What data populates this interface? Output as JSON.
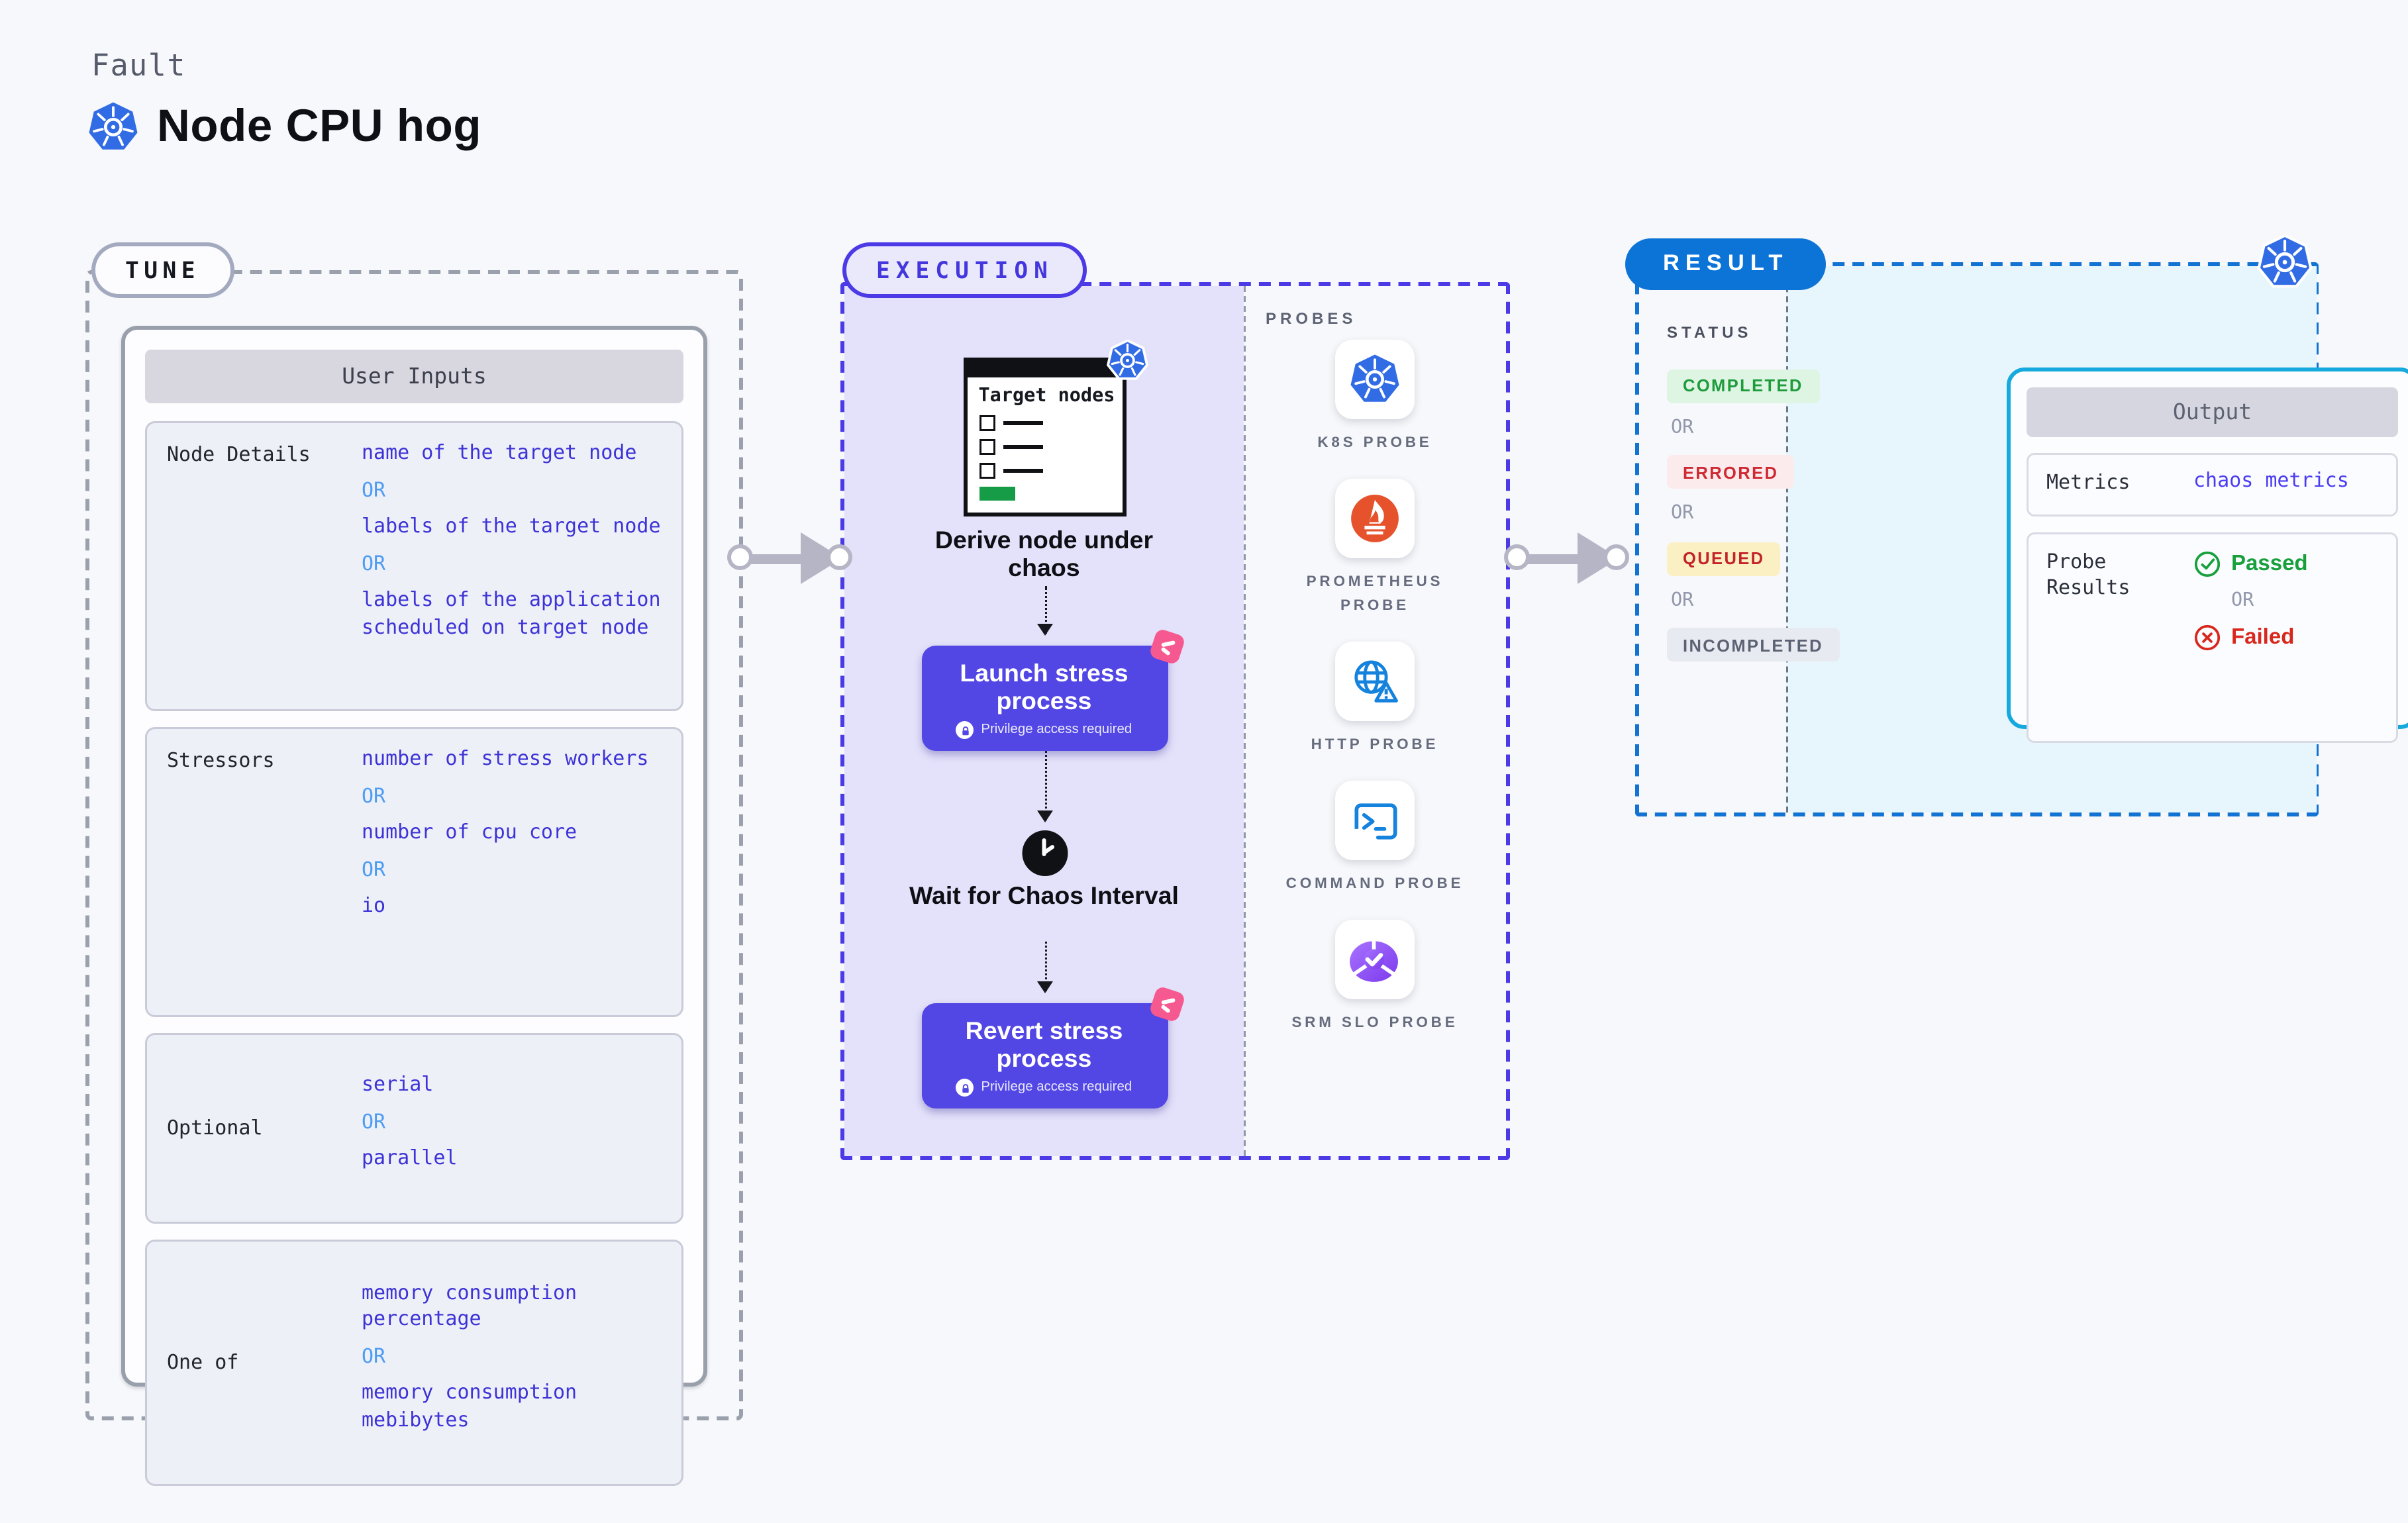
{
  "header": {
    "eyebrow": "Fault",
    "title": "Node CPU hog"
  },
  "common": {
    "or": "OR"
  },
  "tune": {
    "badge": "TUNE",
    "table_title": "User Inputs",
    "rows": [
      {
        "label": "Node Details",
        "options": [
          "name of the target node",
          "labels of the target node",
          "labels of the application scheduled on target node"
        ]
      },
      {
        "label": "Stressors",
        "options": [
          "number of stress workers",
          "number of cpu core",
          "io"
        ]
      },
      {
        "label": "Optional",
        "options": [
          "serial",
          "parallel"
        ]
      },
      {
        "label": "One of",
        "options": [
          "memory consumption percentage",
          "memory consumption mebibytes"
        ]
      }
    ]
  },
  "execution": {
    "badge": "EXECUTION",
    "target_card_title": "Target nodes",
    "steps": {
      "derive": "Derive node under chaos",
      "launch": "Launch stress process",
      "wait": "Wait for Chaos Interval",
      "revert": "Revert stress process",
      "privilege_note": "Privilege access required"
    }
  },
  "probes": {
    "title": "PROBES",
    "items": [
      {
        "label": "K8S PROBE",
        "icon": "kubernetes-icon"
      },
      {
        "label": "PROMETHEUS PROBE",
        "icon": "prometheus-icon"
      },
      {
        "label": "HTTP PROBE",
        "icon": "http-globe-icon"
      },
      {
        "label": "COMMAND PROBE",
        "icon": "terminal-icon"
      },
      {
        "label": "SRM SLO PROBE",
        "icon": "slo-pie-icon"
      }
    ]
  },
  "result": {
    "badge": "RESULT",
    "status_title": "STATUS",
    "statuses": [
      {
        "label": "COMPLETED",
        "fg": "#1e9b3b",
        "bg": "#def5e3"
      },
      {
        "label": "ERRORED",
        "fg": "#ce2a33",
        "bg": "#fcebec"
      },
      {
        "label": "QUEUED",
        "fg": "#c3232a",
        "bg": "#fbf0c4"
      },
      {
        "label": "INCOMPLETED",
        "fg": "#5c6273",
        "bg": "#e8eaf1"
      }
    ],
    "output": {
      "title": "Output",
      "metrics_label": "Metrics",
      "metrics_value": "chaos metrics",
      "probe_results_label": "Probe Results",
      "passed": "Passed",
      "failed": "Failed"
    }
  },
  "colors": {
    "page_bg": "#f7f8fb",
    "tune_dash": "#9aa1ad",
    "execution_dash": "#4b3ae5",
    "execution_fill": "#e4e2fa",
    "result_dash": "#1273d2",
    "result_fill": "#e7f6fc",
    "button_indigo": "#5246e5",
    "value_blue": "#3d33d6",
    "or_blue": "#4f9df3",
    "kubernetes_blue": "#326ce5",
    "prometheus_orange": "#e6522c",
    "output_border_cyan": "#16a9dd",
    "arrow_gray": "#b5b5c6",
    "sticker_pink": "#f6598f"
  }
}
